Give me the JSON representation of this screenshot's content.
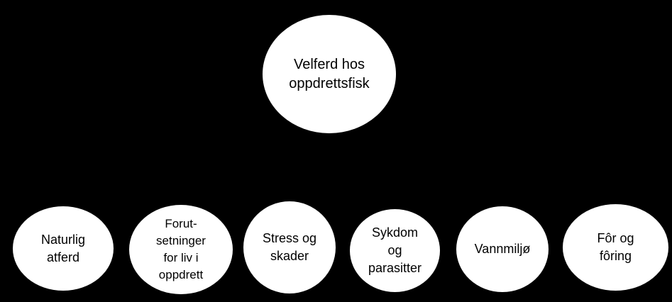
{
  "diagram": {
    "background_color": "#000000",
    "node_fill_color": "#ffffff",
    "node_text_color": "#000000",
    "root": {
      "label": "Velferd hos\noppdrettsfisk"
    },
    "children": [
      {
        "label": "Naturlig\natferd"
      },
      {
        "label": "Forut-\nsetninger\nfor liv i\noppdrett"
      },
      {
        "label": "Stress og\nskader"
      },
      {
        "label": "Sykdom\nog\nparasitter"
      },
      {
        "label": "Vannmiljø"
      },
      {
        "label": "Fôr og\nfôring"
      }
    ]
  }
}
